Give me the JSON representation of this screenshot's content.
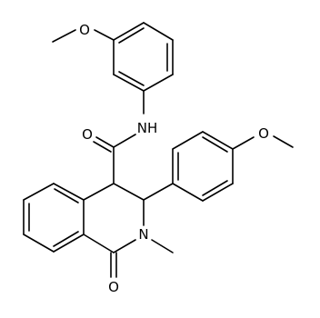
{
  "molecule": {
    "atoms": {
      "methoxy_o_top": "O",
      "amide_nh": "NH",
      "amide_o": "O",
      "methoxy_o_right": "O",
      "ring_n": "N",
      "lactam_o": "O"
    }
  },
  "colors": {
    "bond": "#000000",
    "background": "#ffffff"
  }
}
